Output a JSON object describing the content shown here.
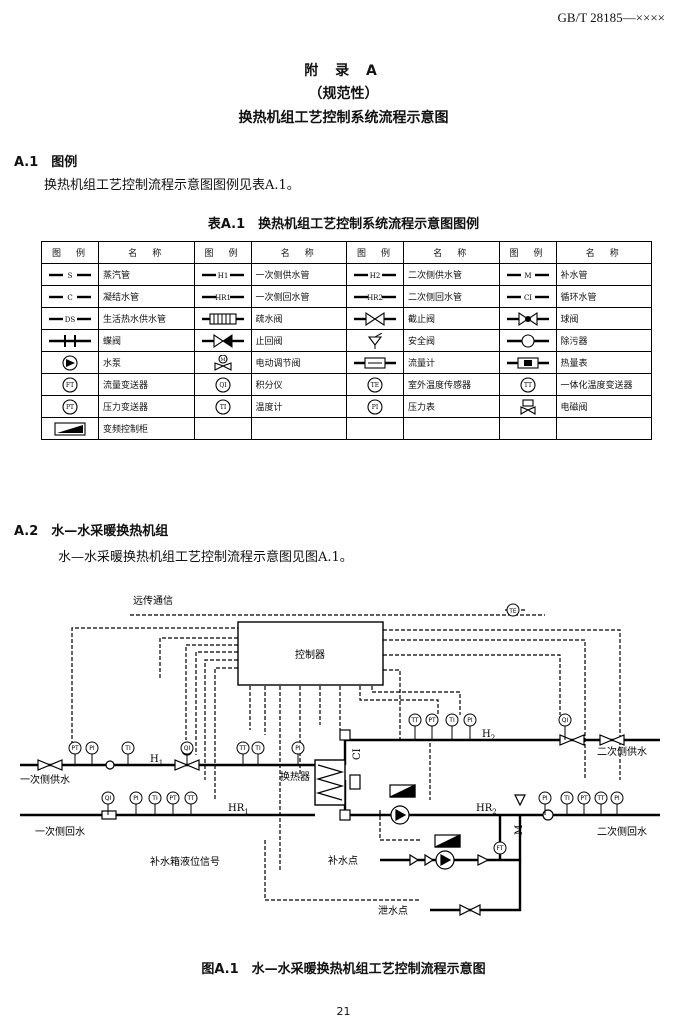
{
  "header": {
    "std": "GB/T 28185—××××"
  },
  "appendix": {
    "title": "附 录 A",
    "nature": "（规范性）",
    "subtitle": "换热机组工艺控制系统流程示意图"
  },
  "section1": {
    "title": "A.1　图例",
    "text": "换热机组工艺控制流程示意图图例见表A.1。"
  },
  "table": {
    "caption": "表A.1　换热机组工艺控制系统流程示意图图例",
    "headers": [
      "图　例",
      "名　称",
      "图　例",
      "名　称",
      "图　例",
      "名　称",
      "图　例",
      "名　称"
    ],
    "rows": [
      [
        {
          "sym": "line",
          "code": "S",
          "name": "蒸汽管"
        },
        {
          "sym": "line",
          "code": "H1",
          "name": "一次侧供水管"
        },
        {
          "sym": "line",
          "code": "H2",
          "name": "二次侧供水管"
        },
        {
          "sym": "line",
          "code": "M",
          "name": "补水管"
        }
      ],
      [
        {
          "sym": "line",
          "code": "C",
          "name": "凝结水管"
        },
        {
          "sym": "line",
          "code": "HR1",
          "name": "一次侧回水管"
        },
        {
          "sym": "line",
          "code": "HR2",
          "name": "二次侧回水管"
        },
        {
          "sym": "line",
          "code": "CI",
          "name": "循环水管"
        }
      ],
      [
        {
          "sym": "line",
          "code": "DS",
          "name": "生活热水供水管"
        },
        {
          "sym": "trap",
          "code": "",
          "name": "疏水阀"
        },
        {
          "sym": "gate",
          "code": "",
          "name": "截止阀"
        },
        {
          "sym": "ball",
          "code": "",
          "name": "球阀"
        }
      ],
      [
        {
          "sym": "butterfly",
          "code": "",
          "name": "蝶阀"
        },
        {
          "sym": "check",
          "code": "",
          "name": "止回阀"
        },
        {
          "sym": "safety",
          "code": "",
          "name": "安全阀"
        },
        {
          "sym": "strainer",
          "code": "",
          "name": "除污器"
        }
      ],
      [
        {
          "sym": "pump",
          "code": "",
          "name": "水泵"
        },
        {
          "sym": "motor",
          "code": "M",
          "name": "电动调节阀"
        },
        {
          "sym": "flowmeter",
          "code": "",
          "name": "流量计"
        },
        {
          "sym": "heatmeter",
          "code": "",
          "name": "热量表"
        }
      ],
      [
        {
          "sym": "circle",
          "code": "FT",
          "name": "流量变送器"
        },
        {
          "sym": "circle",
          "code": "QI",
          "name": "积分仪"
        },
        {
          "sym": "circle",
          "code": "TE",
          "name": "室外温度传感器"
        },
        {
          "sym": "circle",
          "code": "TT",
          "name": "一体化温度变送器"
        }
      ],
      [
        {
          "sym": "circle",
          "code": "PT",
          "name": "压力变送器"
        },
        {
          "sym": "circle",
          "code": "TI",
          "name": "温度计"
        },
        {
          "sym": "circle",
          "code": "PI",
          "name": "压力表"
        },
        {
          "sym": "solenoid",
          "code": "",
          "name": "电磁阀"
        }
      ],
      [
        {
          "sym": "vfd",
          "code": "",
          "name": "变频控制柜"
        },
        {
          "sym": "",
          "code": "",
          "name": ""
        },
        {
          "sym": "",
          "code": "",
          "name": ""
        },
        {
          "sym": "",
          "code": "",
          "name": ""
        }
      ]
    ]
  },
  "section2": {
    "title": "A.2　水—水采暖换热机组",
    "text": "水—水采暖换热机组工艺控制流程示意图见图A.1。"
  },
  "diagram": {
    "remote": "远传通信",
    "controller": "控制器",
    "exchanger": "换热器",
    "h1": "H",
    "h1_sub": "1",
    "hr1": "HR",
    "hr1_sub": "1",
    "h2": "H",
    "h2_sub": "2",
    "hr2": "HR",
    "hr2_sub": "2",
    "ci": "CI",
    "m": "M",
    "primary_supply": "一次侧供水",
    "primary_return": "一次侧回水",
    "secondary_supply": "二次侧供水",
    "secondary_return": "二次侧回水",
    "makeup_signal": "补水箱液位信号",
    "makeup_point": "补水点",
    "drain_point": "泄水点",
    "te": "TE",
    "instr_h1": [
      "PT",
      "PI",
      "TI",
      "QI",
      "TT",
      "TI",
      "PI"
    ],
    "instr_hr1": [
      "QI",
      "PI",
      "TI",
      "PT",
      "TT"
    ],
    "instr_h2": [
      "TT",
      "PT",
      "TI",
      "PI",
      "QI"
    ],
    "instr_hr2": [
      "PI",
      "TI",
      "PT",
      "TT",
      "PI",
      "FT"
    ]
  },
  "figure": {
    "caption": "图A.1　水—水采暖换热机组工艺控制流程示意图"
  },
  "page": {
    "number": "21"
  }
}
